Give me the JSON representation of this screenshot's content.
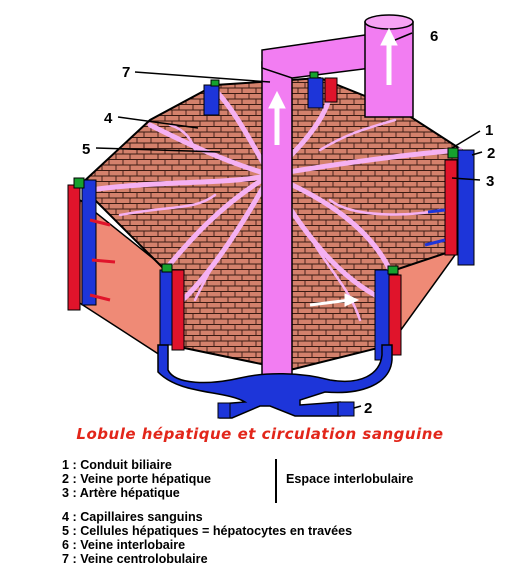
{
  "diagram": {
    "caption": "Lobule hépatique et circulation sanguine",
    "callouts": {
      "c1": "1",
      "c2a": "2",
      "c2b": "2",
      "c3": "3",
      "c4": "4",
      "c5": "5",
      "c6": "6",
      "c7": "7"
    },
    "legend": {
      "items": [
        "1 : Conduit biliaire",
        "2 : Veine porte hépatique",
        "3 : Artère hépatique",
        "4 : Capillaires sanguins",
        "5 : Cellules hépatiques = hépatocytes en travées",
        "6 : Veine interlobaire",
        "7 : Veine centrolobulaire"
      ],
      "group_label": "Espace interlobulaire"
    },
    "colors": {
      "hepatocyte": "#d4816c",
      "side_face": "#ef8a76",
      "central_vein": "#f27df2",
      "portal_vein": "#1d35d9",
      "artery": "#e0142b",
      "bile_duct": "#16a12e",
      "caption": "#e2261a"
    }
  }
}
